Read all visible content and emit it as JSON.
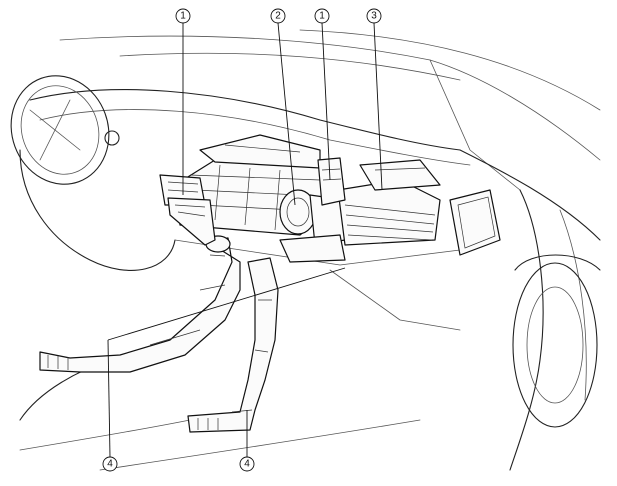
{
  "callouts": [
    {
      "id": "c1a",
      "label": "1"
    },
    {
      "id": "c2",
      "label": "2"
    },
    {
      "id": "c1b",
      "label": "1"
    },
    {
      "id": "c3",
      "label": "3"
    },
    {
      "id": "c4a",
      "label": "4"
    },
    {
      "id": "c4b",
      "label": "4"
    }
  ]
}
